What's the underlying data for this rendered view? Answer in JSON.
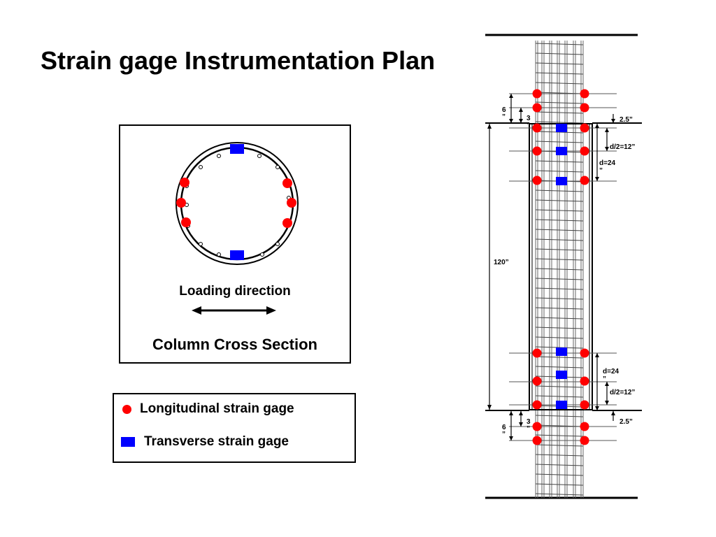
{
  "title": "Strain gage Instrumentation Plan",
  "cross_section": {
    "loading_label": "Loading direction",
    "section_label": "Column Cross Section"
  },
  "legend": {
    "longitudinal_label": "Longitudinal strain gage",
    "transverse_label": "Transverse strain gage"
  },
  "elevation": {
    "dim_6_top": "6\n”",
    "dim_3_top": "3\n”",
    "dim_25_top": "2.5”",
    "dim_d2_top": "d/2=12”",
    "dim_d_top": "d=24\n”",
    "dim_120": "120”",
    "dim_d_bottom": "d=24\n”",
    "dim_d2_bottom": "d/2=12”",
    "dim_3_bottom": "3\n”",
    "dim_25_bottom": "2.5”",
    "dim_6_bottom": "6\n”"
  },
  "colors": {
    "longitudinal_gage": "#ff0000",
    "transverse_gage": "#0000ff"
  }
}
